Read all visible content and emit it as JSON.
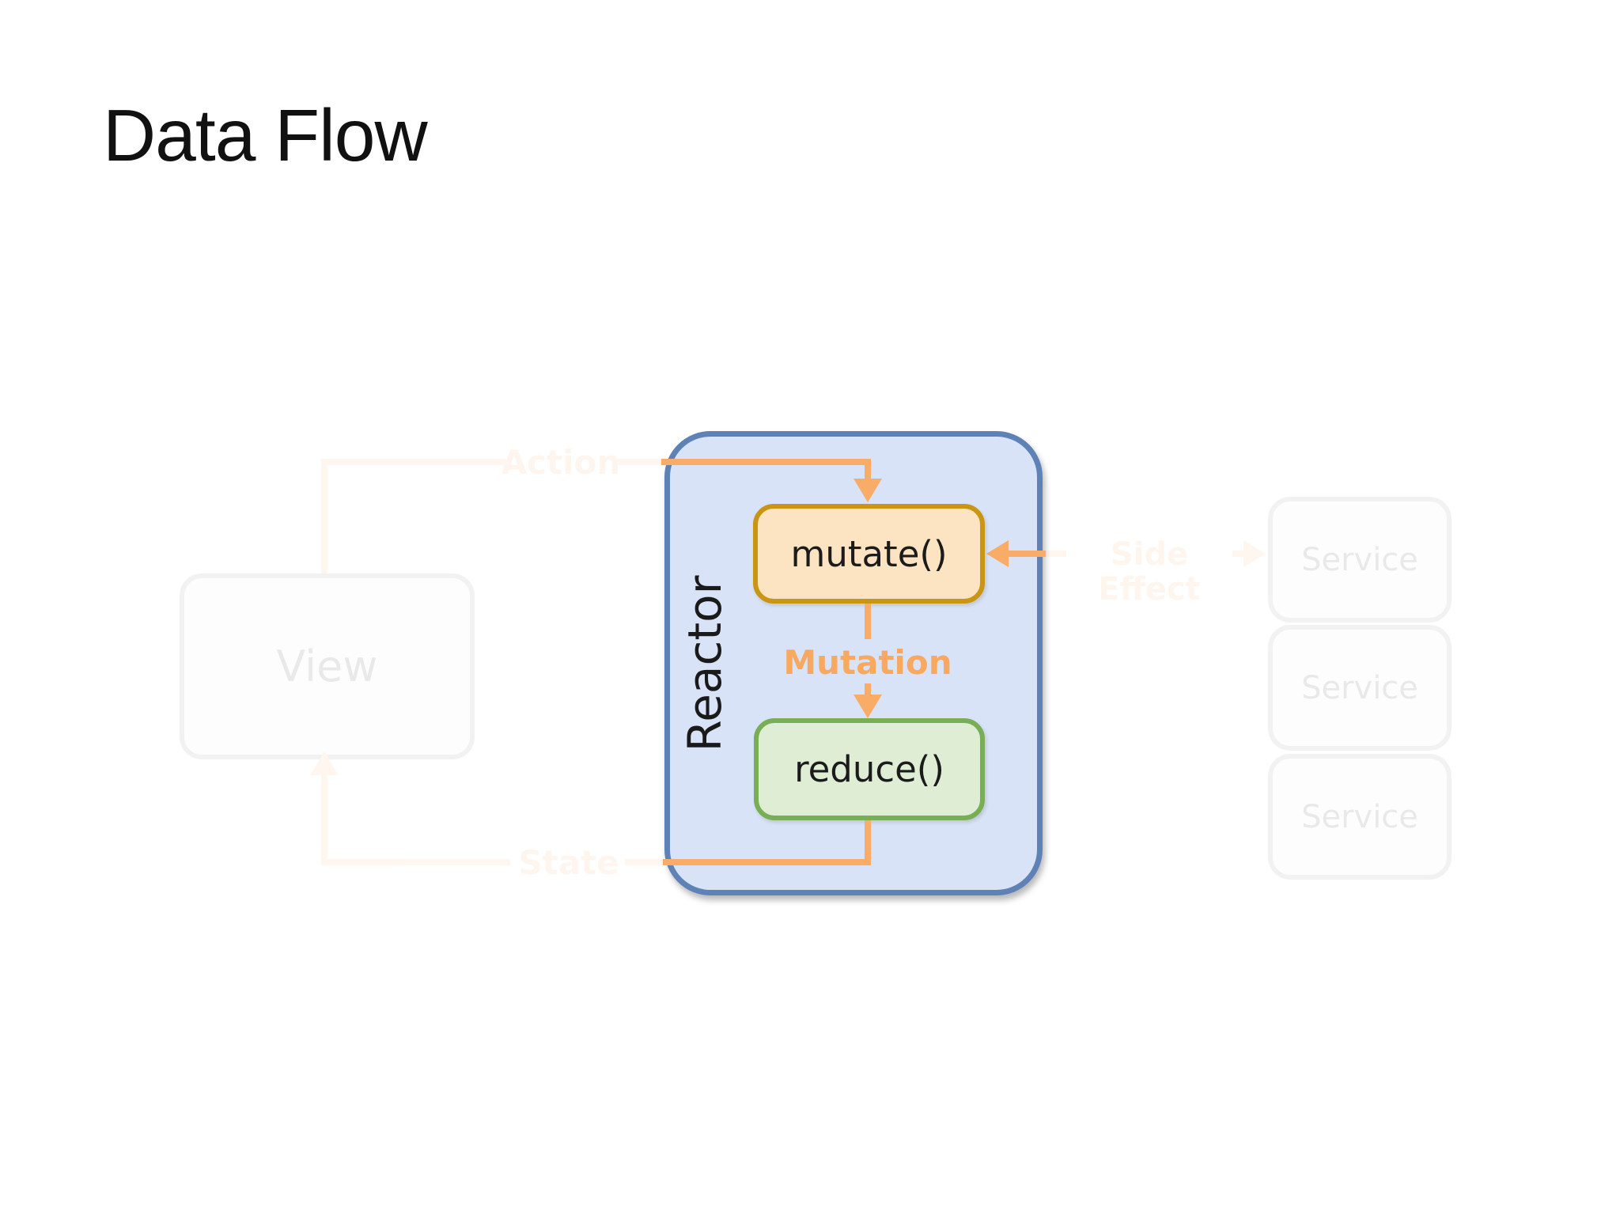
{
  "slide": {
    "title": "Data Flow"
  },
  "reactor": {
    "label": "Reactor",
    "mutate_label": "mutate()",
    "reduce_label": "reduce()",
    "mutation_arrow_label": "Mutation"
  },
  "faded_context": {
    "view_box_label": "View",
    "action_arrow_label": "Action",
    "state_arrow_label": "State",
    "side_effect_arrow_label": "Side Effect",
    "service_boxes": [
      {
        "label": "Service"
      },
      {
        "label": "Service"
      },
      {
        "label": "Service"
      }
    ]
  },
  "colors": {
    "accent-orange": "#F8AC68",
    "label-orange": "#F9A95F",
    "reactor-border": "#5E82B6",
    "reactor-fill": "#D9E3F7",
    "mutate-border": "#C99512",
    "mutate-fill": "#FCE3C1",
    "reduce-border": "#78AE54",
    "reduce-fill": "#DFEDD5",
    "text-dark": "#1B1B1B"
  }
}
